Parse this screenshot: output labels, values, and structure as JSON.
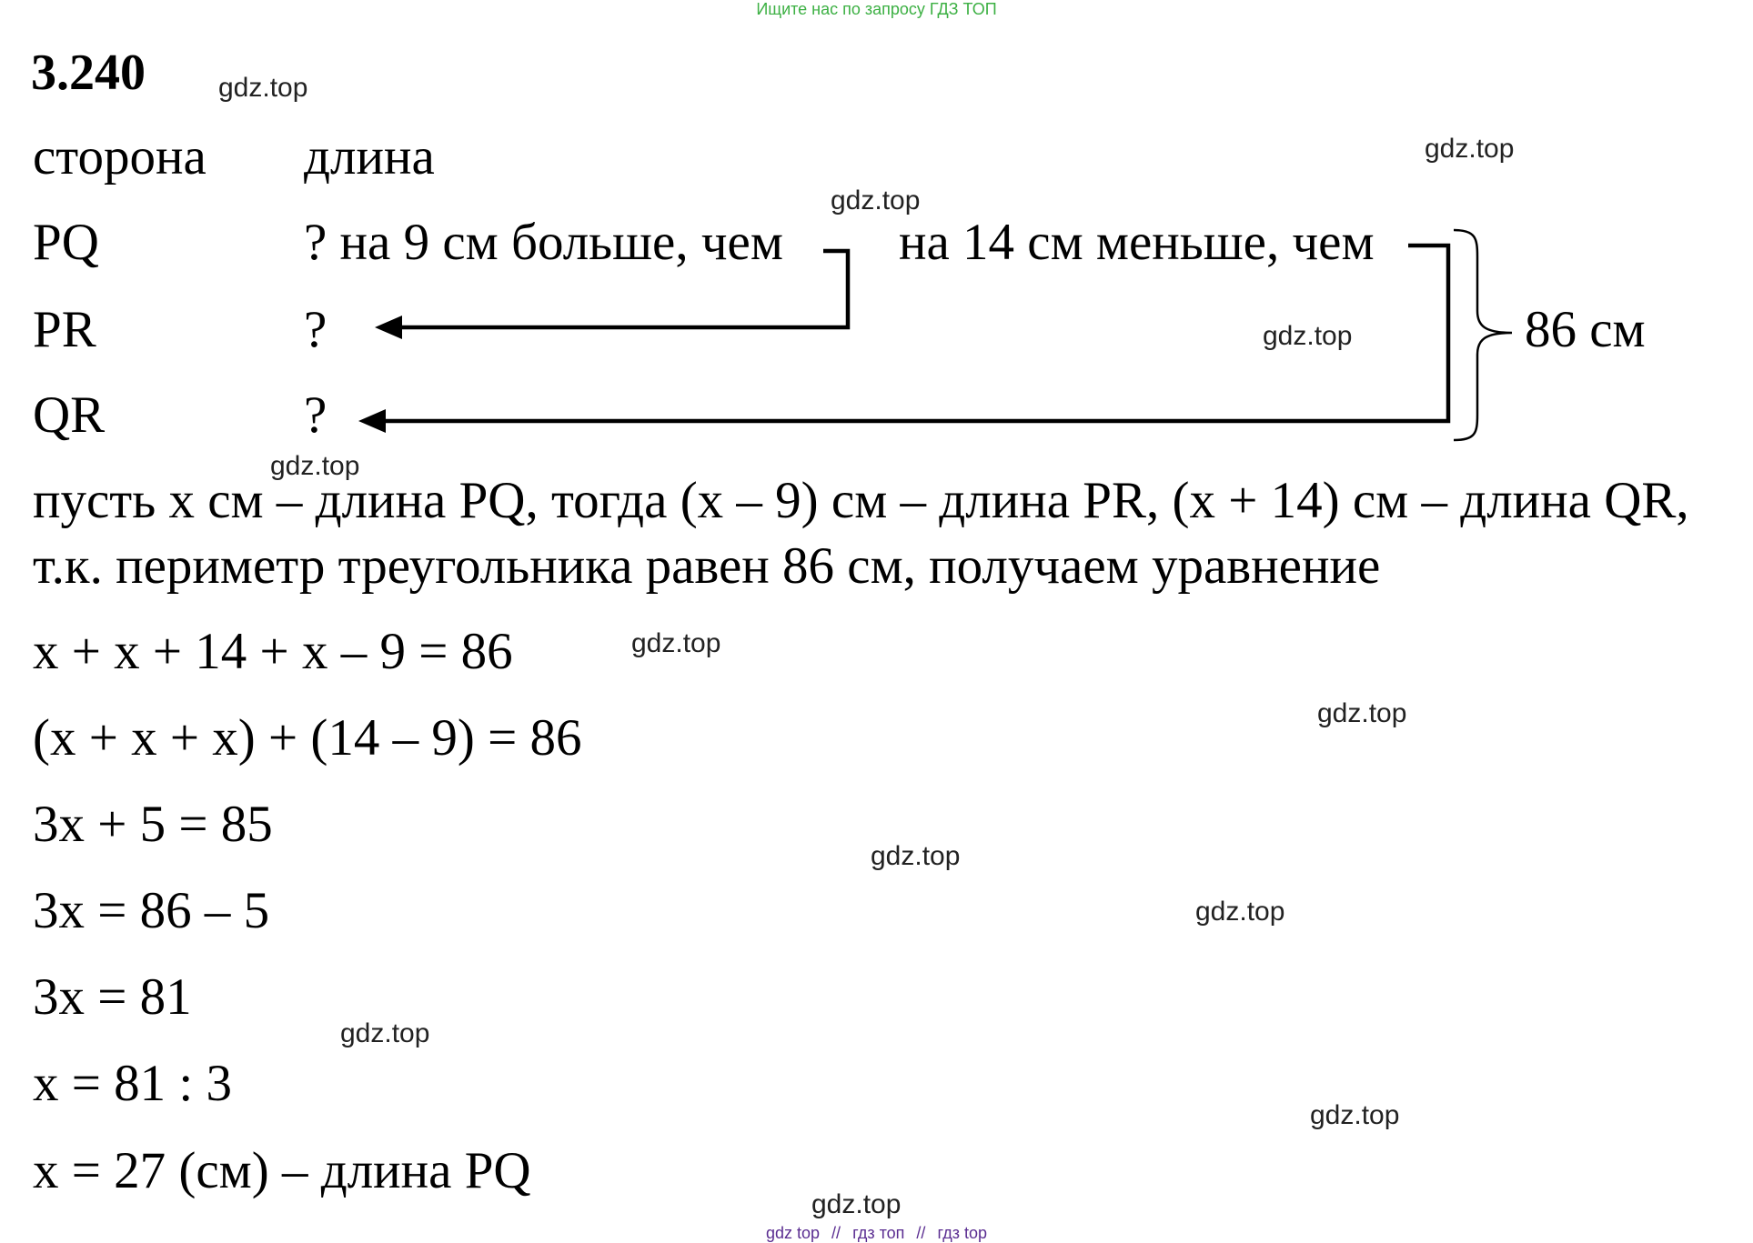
{
  "header": {
    "banner": "Ищите нас по запросу ГДЗ ТОП",
    "banner_color": "#3cb043",
    "problem_number": "3.240"
  },
  "table": {
    "col_side": "сторона",
    "col_length": "длина",
    "rows": [
      {
        "side": "PQ",
        "length": "? на 9 см больше, чем"
      },
      {
        "side": "PR",
        "length": "?"
      },
      {
        "side": "QR",
        "length": "?"
      }
    ],
    "pq_extra": "на 14 см меньше, чем",
    "total": "86 см"
  },
  "solution": {
    "paragraph": [
      "пусть x см – длина PQ, тогда (x – 9) см – длина PR, (x + 14) см – длина QR,",
      "т.к. периметр треугольника равен 86 см, получаем уравнение"
    ],
    "steps": [
      "x + x + 14 + x – 9 = 86",
      "(x + x + x) + (14 – 9) = 86",
      "3x + 5 = 85",
      "3x = 86 – 5",
      "3x = 81",
      "x = 81 : 3",
      "x = 27 (см) – длина PQ"
    ]
  },
  "watermark": {
    "text": "gdz.top"
  },
  "footer": {
    "parts": [
      "gdz top",
      "//",
      "гдз топ",
      "//",
      "гдз top"
    ],
    "color": "#5a2d91"
  }
}
